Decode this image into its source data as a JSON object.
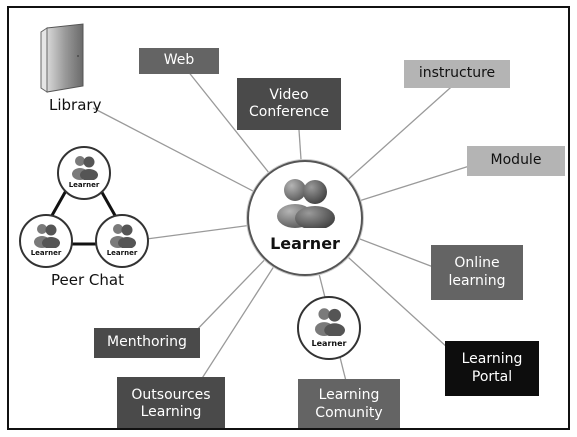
{
  "center": {
    "label": "Learner",
    "icon": "people-icon"
  },
  "library": {
    "label": "Library",
    "icon": "book-icon"
  },
  "peer_chat": {
    "label": "Peer Chat",
    "nodes": [
      "Learner",
      "Learner",
      "Learner"
    ],
    "icon": "people-icon"
  },
  "nodes": {
    "web": "Web",
    "video_conference": "Video Conference",
    "instructure": "instructure",
    "module": "Module",
    "online_learning": "Online learning",
    "learning_portal": "Learning Portal",
    "learning_community": "Learning Comunity",
    "community_learner": "Learner",
    "outsources_learning": "Outsources Learning",
    "menthoring": "Menthoring"
  },
  "colors": {
    "dark_box": "#4a4a4a",
    "mid_box": "#646464",
    "light_box": "#b4b4b4",
    "black_box": "#0d0d0d",
    "connector": "#9a9a9a"
  }
}
